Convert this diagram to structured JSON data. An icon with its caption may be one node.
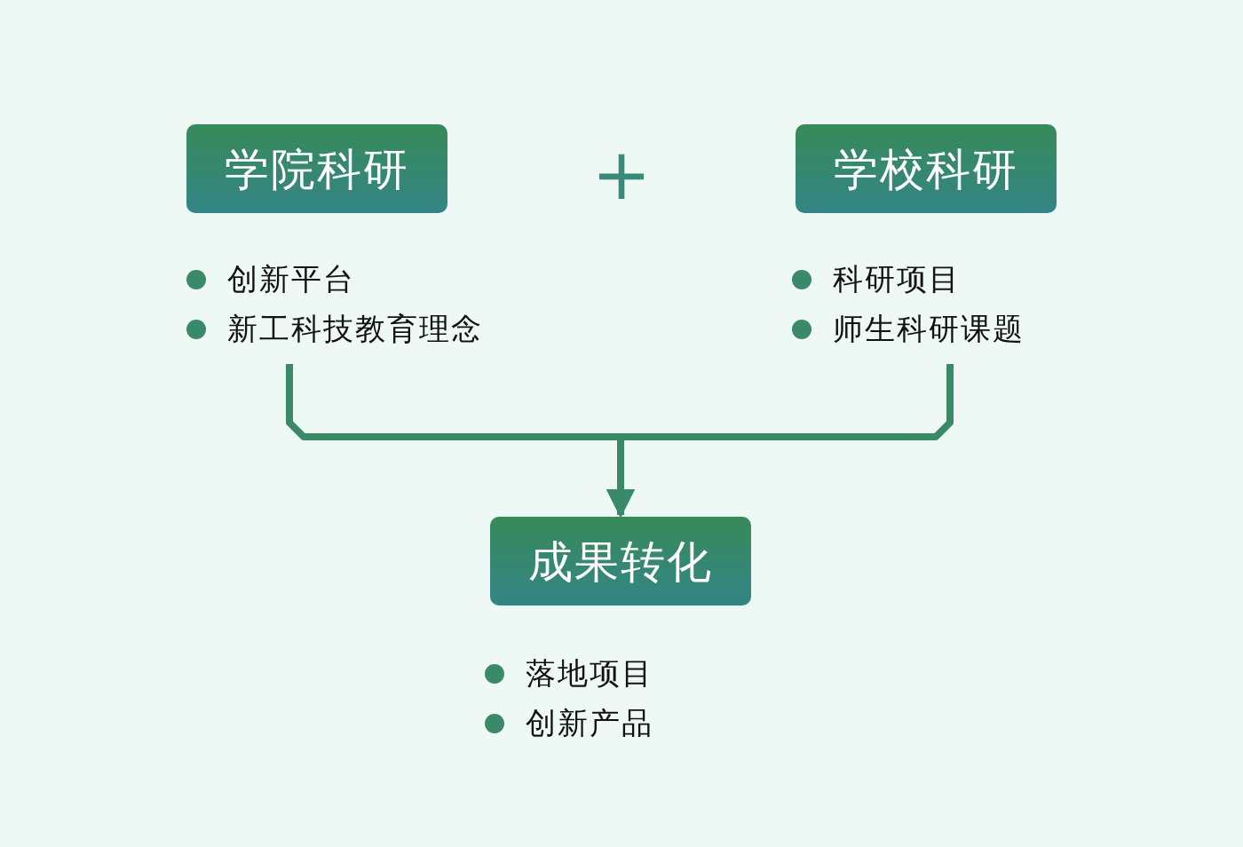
{
  "diagram": {
    "nodes": [
      {
        "text": [
          "学院科研"
        ]
      },
      {
        "text": [
          "创新平台",
          "新工科技教育理念"
        ]
      },
      {
        "text": [
          "学校科研"
        ]
      },
      {
        "text": [
          "科研项目",
          "师生科研课题"
        ]
      },
      {
        "text": [
          "成果转化"
        ]
      },
      {
        "text": [
          "落地项目",
          "创新产品"
        ]
      }
    ],
    "edges": [
      {
        "from": 1,
        "to": 4,
        "arrow": "to"
      },
      {
        "from": 3,
        "to": 4,
        "arrow": "to"
      }
    ],
    "labels": [
      "+"
    ]
  }
}
